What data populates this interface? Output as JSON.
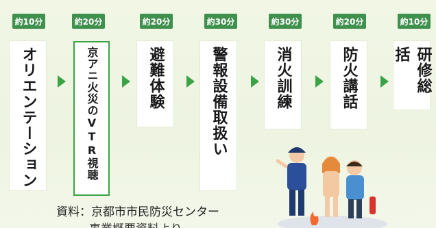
{
  "steps": [
    {
      "duration": "約10分",
      "title": "オリエンテーション"
    },
    {
      "duration": "約20分",
      "title": "京アニ火災のVTR視聴"
    },
    {
      "duration": "約20分",
      "title": "避難体験"
    },
    {
      "duration": "約30分",
      "title": "警報設備取扱い"
    },
    {
      "duration": "約30分",
      "title": "消火訓練"
    },
    {
      "duration": "約20分",
      "title": "防火講話"
    },
    {
      "duration": "約10分",
      "title": "研修総括"
    }
  ],
  "source": {
    "line1": "資料：京都市市民防災センター",
    "line2": "事業概要資料より"
  },
  "colors": {
    "accent": "#3aa346",
    "badge": "#3f8f4d"
  }
}
